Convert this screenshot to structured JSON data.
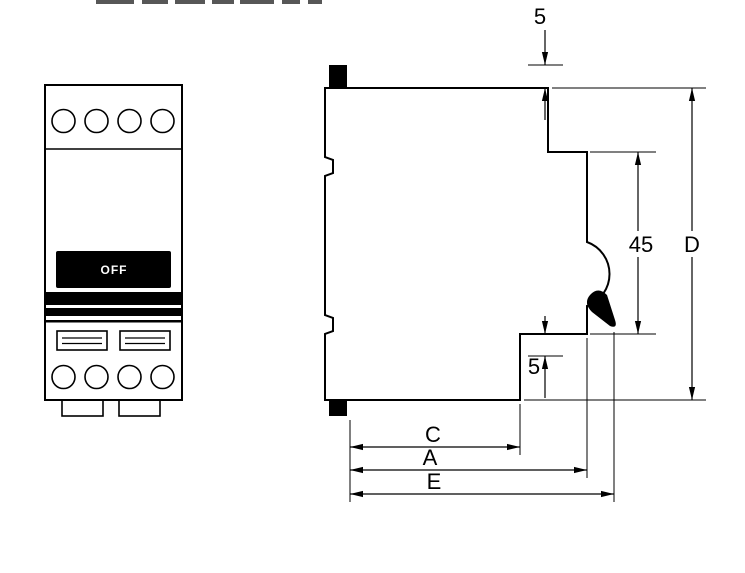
{
  "front_view": {
    "toggle_label": "OFF"
  },
  "side_view": {
    "dims": {
      "top_offset": "5",
      "recess_height": "45",
      "overall_height": "D",
      "bottom_offset": "5",
      "depth_c": "C",
      "depth_a": "A",
      "depth_e": "E"
    }
  },
  "colors": {
    "background": "#ffffff",
    "line": "#000000",
    "toggle_fill": "#000000",
    "toggle_text": "#ffffff"
  }
}
